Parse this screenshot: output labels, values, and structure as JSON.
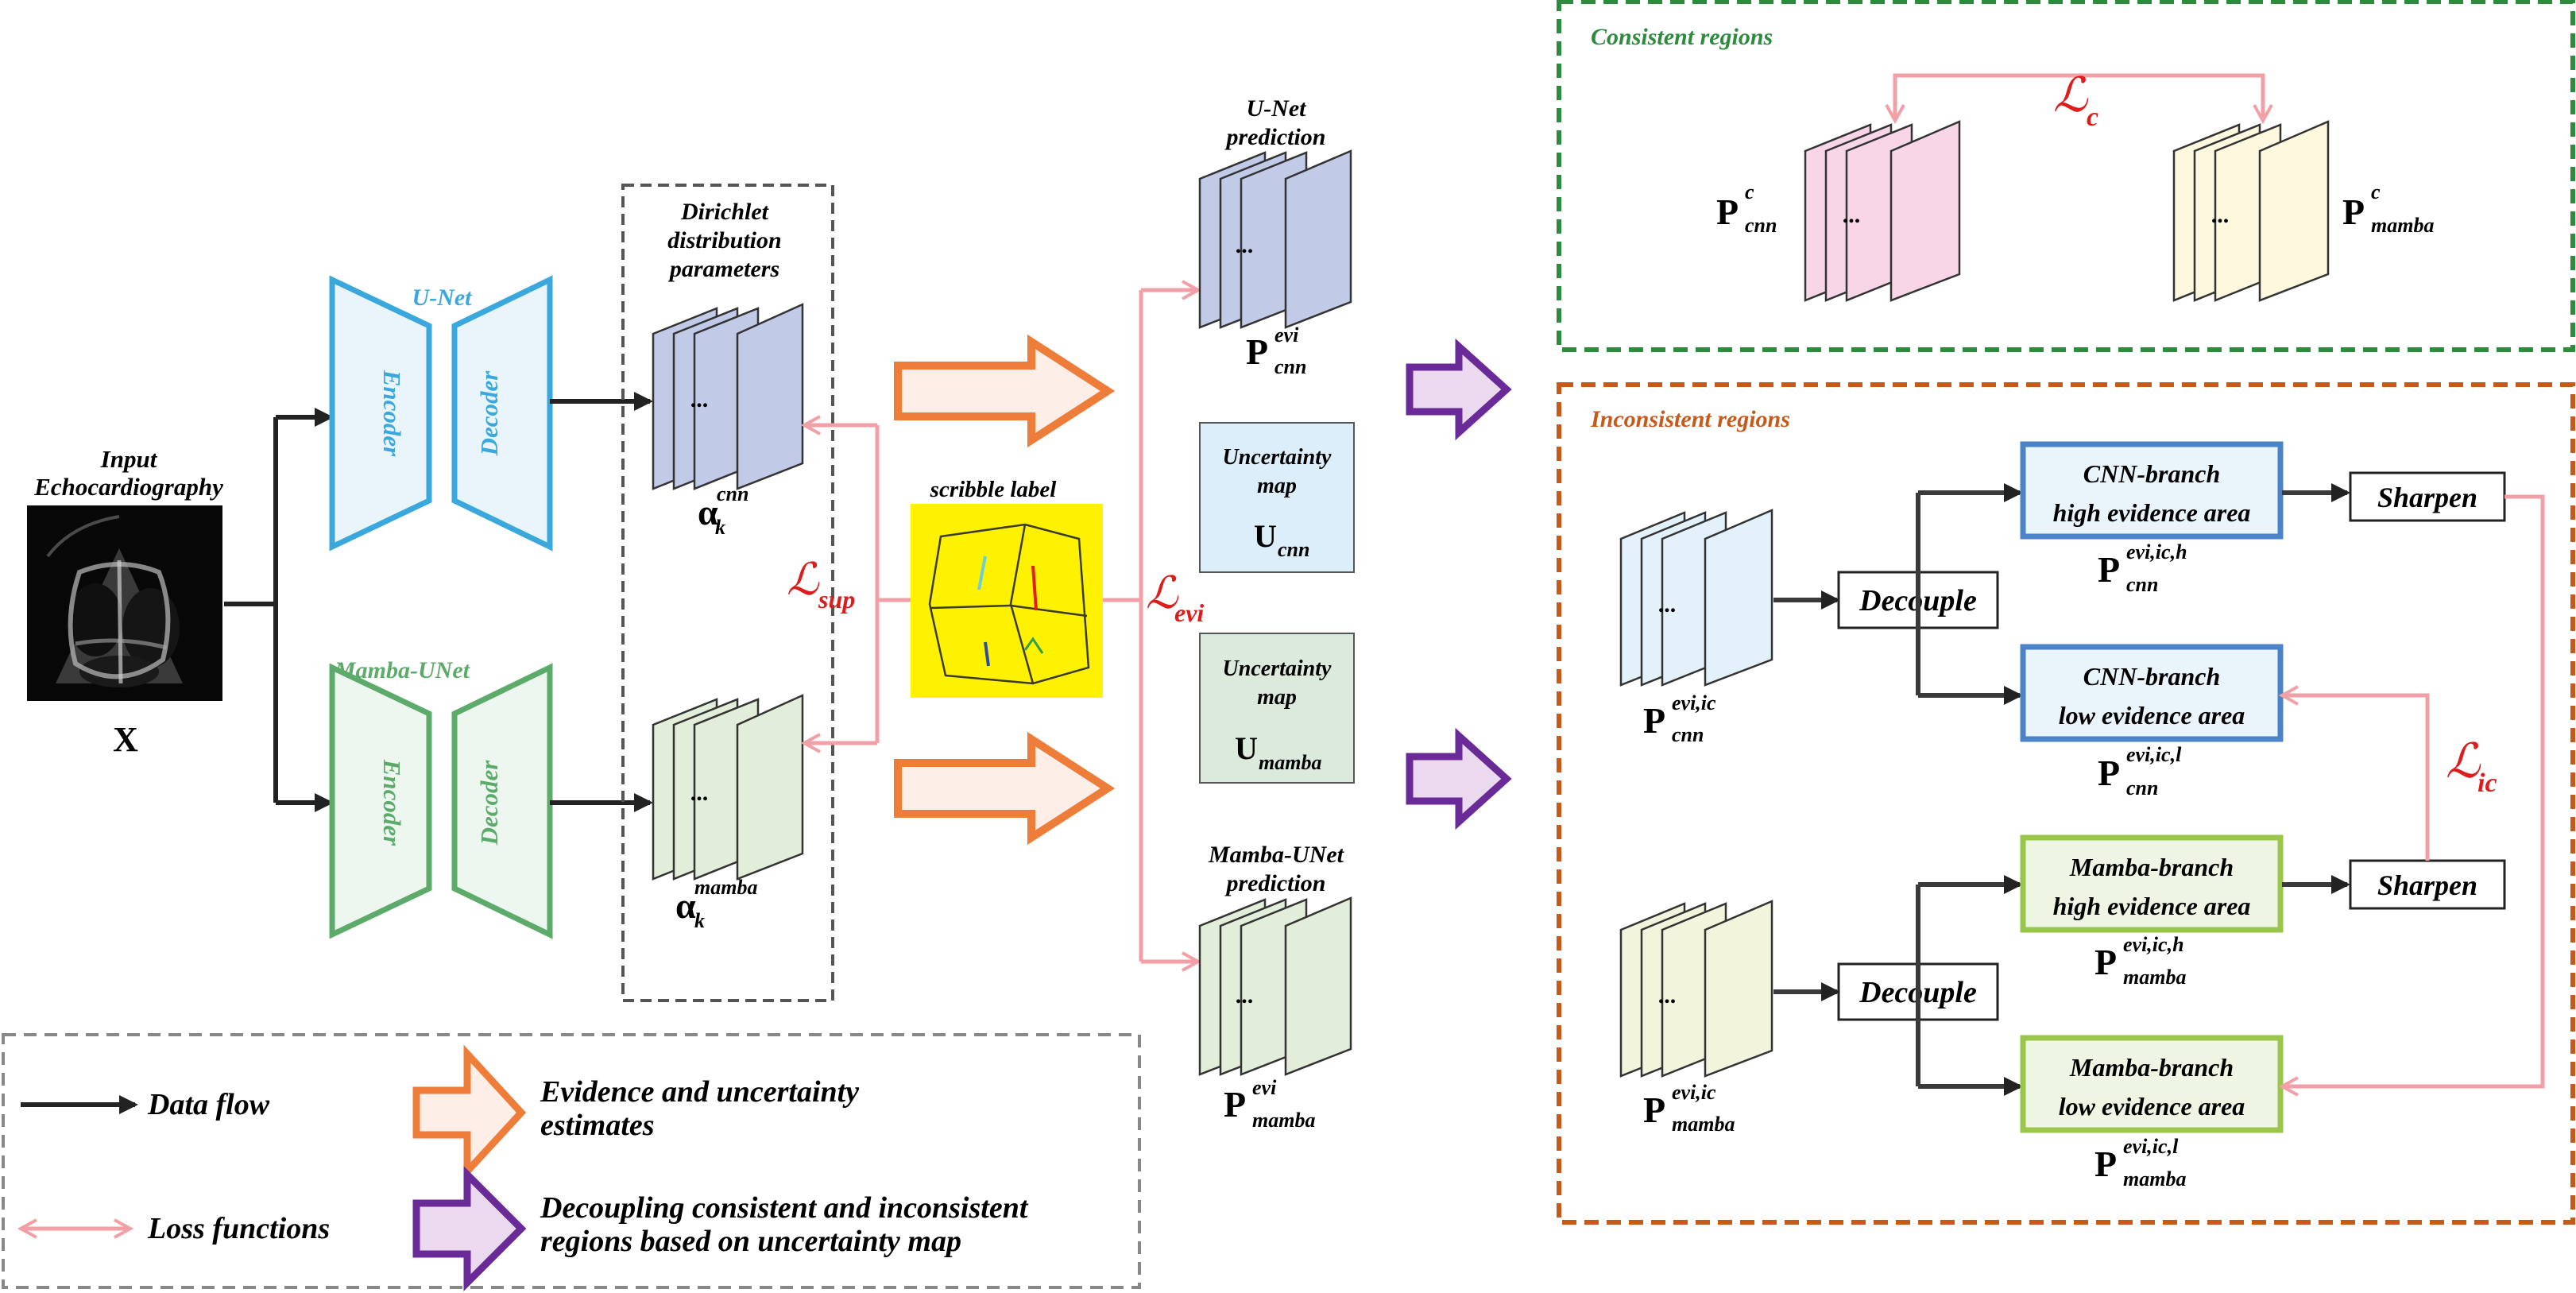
{
  "colors": {
    "black": "#222222",
    "unet_blue": "#3aa8dc",
    "unet_fill": "#eaf4fb",
    "mamba_green": "#5dab6a",
    "mamba_fill": "#edf6ef",
    "pink": "#f2a0a7",
    "loss_red": "#dd1c1c",
    "orange": "#ee7d3a",
    "orange_fill": "#fdeee8",
    "purple": "#6a2b98",
    "purple_fill": "#ead9ef",
    "consistent_green": "#2e8b3e",
    "inconsistent_brown": "#c55a1b",
    "scribble_yellow": "#fff200",
    "map_blue": "#c1cbe8",
    "map_green": "#e2eed9",
    "map_pink": "#f8d6e8",
    "map_cream": "#fdf8de",
    "map_lightblue": "#e3f2fa",
    "unc_blue": "#dbeef9",
    "unc_green": "#dbeadc",
    "box_blue": "#4c82c6",
    "box_green": "#9ac64b"
  },
  "input": {
    "title_line1": "Input",
    "title_line2": "Echocardiography",
    "symbol": "X"
  },
  "unet": {
    "name": "U-Net",
    "encoder": "Encoder",
    "decoder": "Decoder"
  },
  "mamba_unet": {
    "name": "Mamba-UNet",
    "encoder": "Encoder",
    "decoder": "Decoder"
  },
  "dirichlet": {
    "line1": "Dirichlet",
    "line2": "distribution",
    "line3": "parameters",
    "alpha_cnn_base": "α",
    "alpha_cnn_sub": "k",
    "alpha_cnn_sup": "cnn",
    "alpha_mamba_base": "α",
    "alpha_mamba_sub": "k",
    "alpha_mamba_sup": "mamba",
    "dots": "..."
  },
  "losses": {
    "l_sup_base": "ℒ",
    "l_sup_sub": "sup",
    "l_evi_base": "ℒ",
    "l_evi_sub": "evi",
    "l_c_base": "ℒ",
    "l_c_sub": "c",
    "l_ic_base": "ℒ",
    "l_ic_sub": "ic"
  },
  "scribble": {
    "label": "scribble label"
  },
  "predictions": {
    "unet_line1": "U-Net",
    "unet_line2": "prediction",
    "p_cnn_base": "P",
    "p_cnn_sup": "evi",
    "p_cnn_sub": "cnn",
    "mamba_line1": "Mamba-UNet",
    "mamba_line2": "prediction",
    "p_mamba_base": "P",
    "p_mamba_sup": "evi",
    "p_mamba_sub": "mamba"
  },
  "uncertainty": {
    "cnn_line1": "Uncertainty",
    "cnn_line2": "map",
    "cnn_symbol_base": "U",
    "cnn_symbol_sub": "cnn",
    "mamba_line1": "Uncertainty",
    "mamba_line2": "map",
    "mamba_symbol_base": "U",
    "mamba_symbol_sub": "mamba"
  },
  "consistent": {
    "title": "Consistent regions",
    "p_cnn_base": "P",
    "p_cnn_sup": "c",
    "p_cnn_sub": "cnn",
    "p_mamba_base": "P",
    "p_mamba_sup": "c",
    "p_mamba_sub": "mamba"
  },
  "inconsistent": {
    "title": "Inconsistent regions",
    "decouple": "Decouple",
    "sharpen": "Sharpen",
    "cnn_high_line1": "CNN-branch",
    "cnn_high_line2": "high evidence area",
    "cnn_low_line1": "CNN-branch",
    "cnn_low_line2": "low evidence area",
    "mamba_high_line1": "Mamba-branch",
    "mamba_high_line2": "high evidence area",
    "mamba_low_line1": "Mamba-branch",
    "mamba_low_line2": "low evidence area",
    "p_cnn_base": "P",
    "p_cnn_sup": "evi,ic",
    "p_cnn_sub": "cnn",
    "p_mamba_base": "P",
    "p_mamba_sup": "evi,ic",
    "p_mamba_sub": "mamba",
    "p_cnn_h_sup": "evi,ic,h",
    "p_cnn_h_sub": "cnn",
    "p_cnn_l_sup": "evi,ic,l",
    "p_cnn_l_sub": "cnn",
    "p_mamba_h_sup": "evi,ic,h",
    "p_mamba_h_sub": "mamba",
    "p_mamba_l_sup": "evi,ic,l",
    "p_mamba_l_sub": "mamba"
  },
  "legend": {
    "data_flow": "Data flow",
    "loss_functions": "Loss functions",
    "evidence_line1": "Evidence and uncertainty",
    "evidence_line2": "estimates",
    "decoupling_line1": "Decoupling consistent and inconsistent",
    "decoupling_line2": "regions based on uncertainty map"
  }
}
